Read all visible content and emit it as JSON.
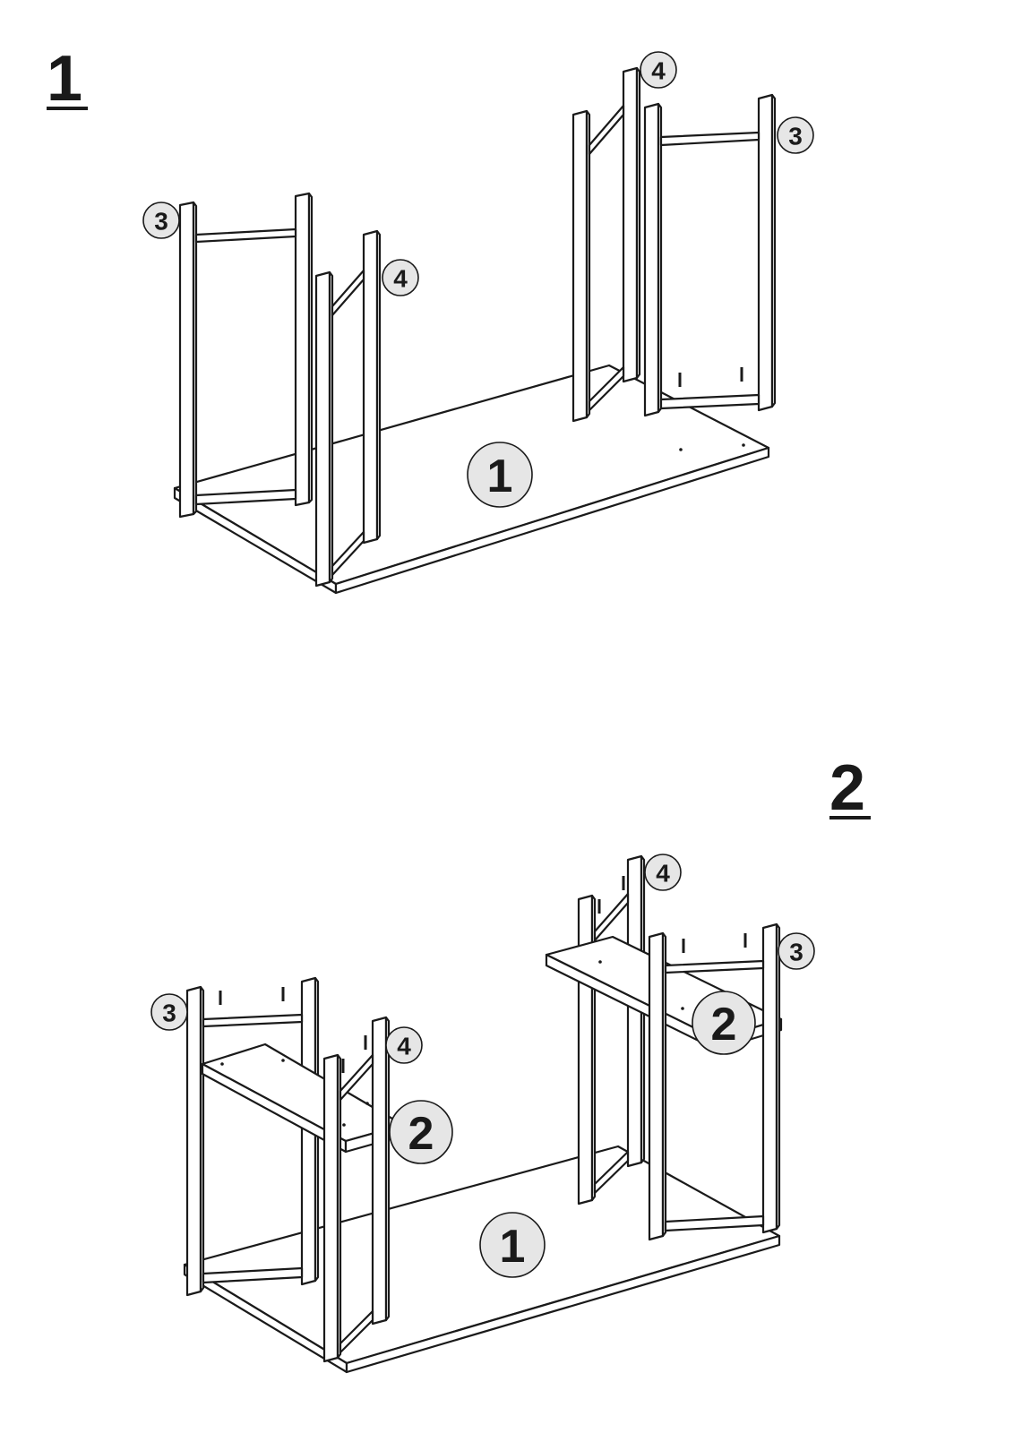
{
  "steps": [
    {
      "number": "1",
      "callouts": {
        "top_board": "1",
        "side_frame": "3",
        "end_frame": "4"
      }
    },
    {
      "number": "2",
      "callouts": {
        "top_board": "1",
        "shelf": "2",
        "side_frame": "3",
        "end_frame": "4"
      }
    }
  ]
}
